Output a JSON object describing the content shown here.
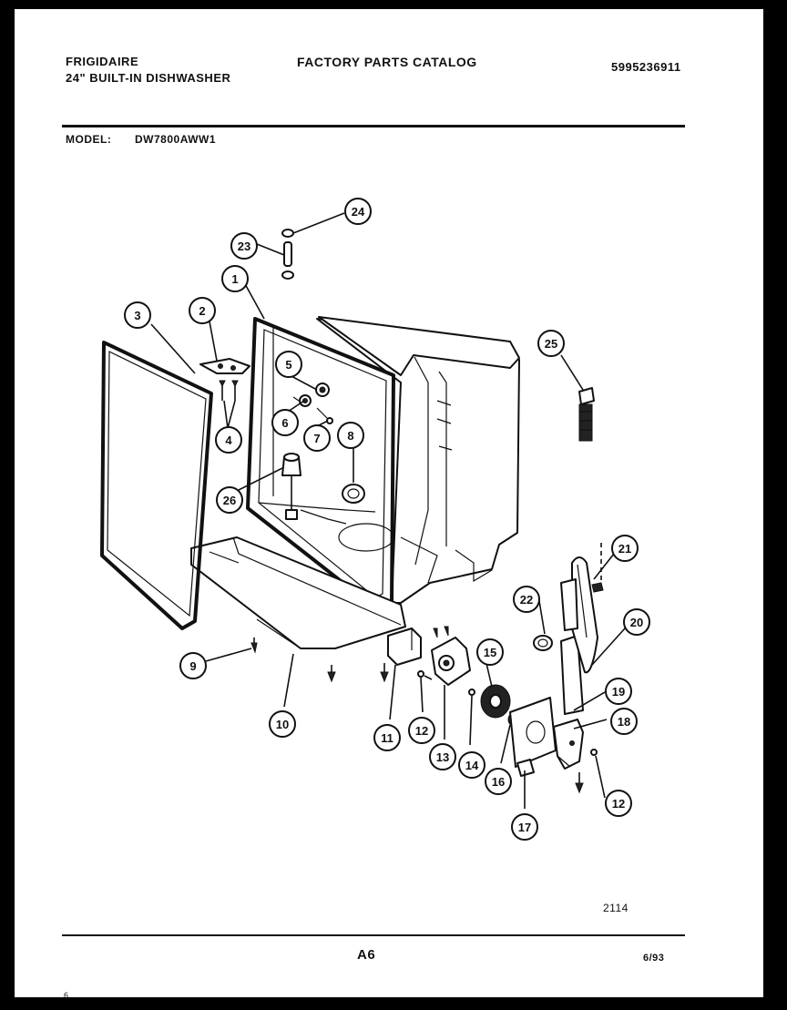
{
  "header": {
    "brand": "FRIGIDAIRE",
    "product": "24\" BUILT-IN DISHWASHER",
    "catalog_title": "FACTORY PARTS CATALOG",
    "catalog_number": "5995236911"
  },
  "model": {
    "label": "MODEL:",
    "value": "DW7800AWW1"
  },
  "callouts": [
    "1",
    "2",
    "3",
    "4",
    "5",
    "6",
    "7",
    "8",
    "9",
    "10",
    "11",
    "12",
    "13",
    "14",
    "15",
    "16",
    "17",
    "18",
    "19",
    "20",
    "21",
    "22",
    "23",
    "24",
    "25",
    "26"
  ],
  "drawing_number": "2114",
  "footer": {
    "page": "A6",
    "date": "6/93",
    "corner_mark": "6"
  }
}
